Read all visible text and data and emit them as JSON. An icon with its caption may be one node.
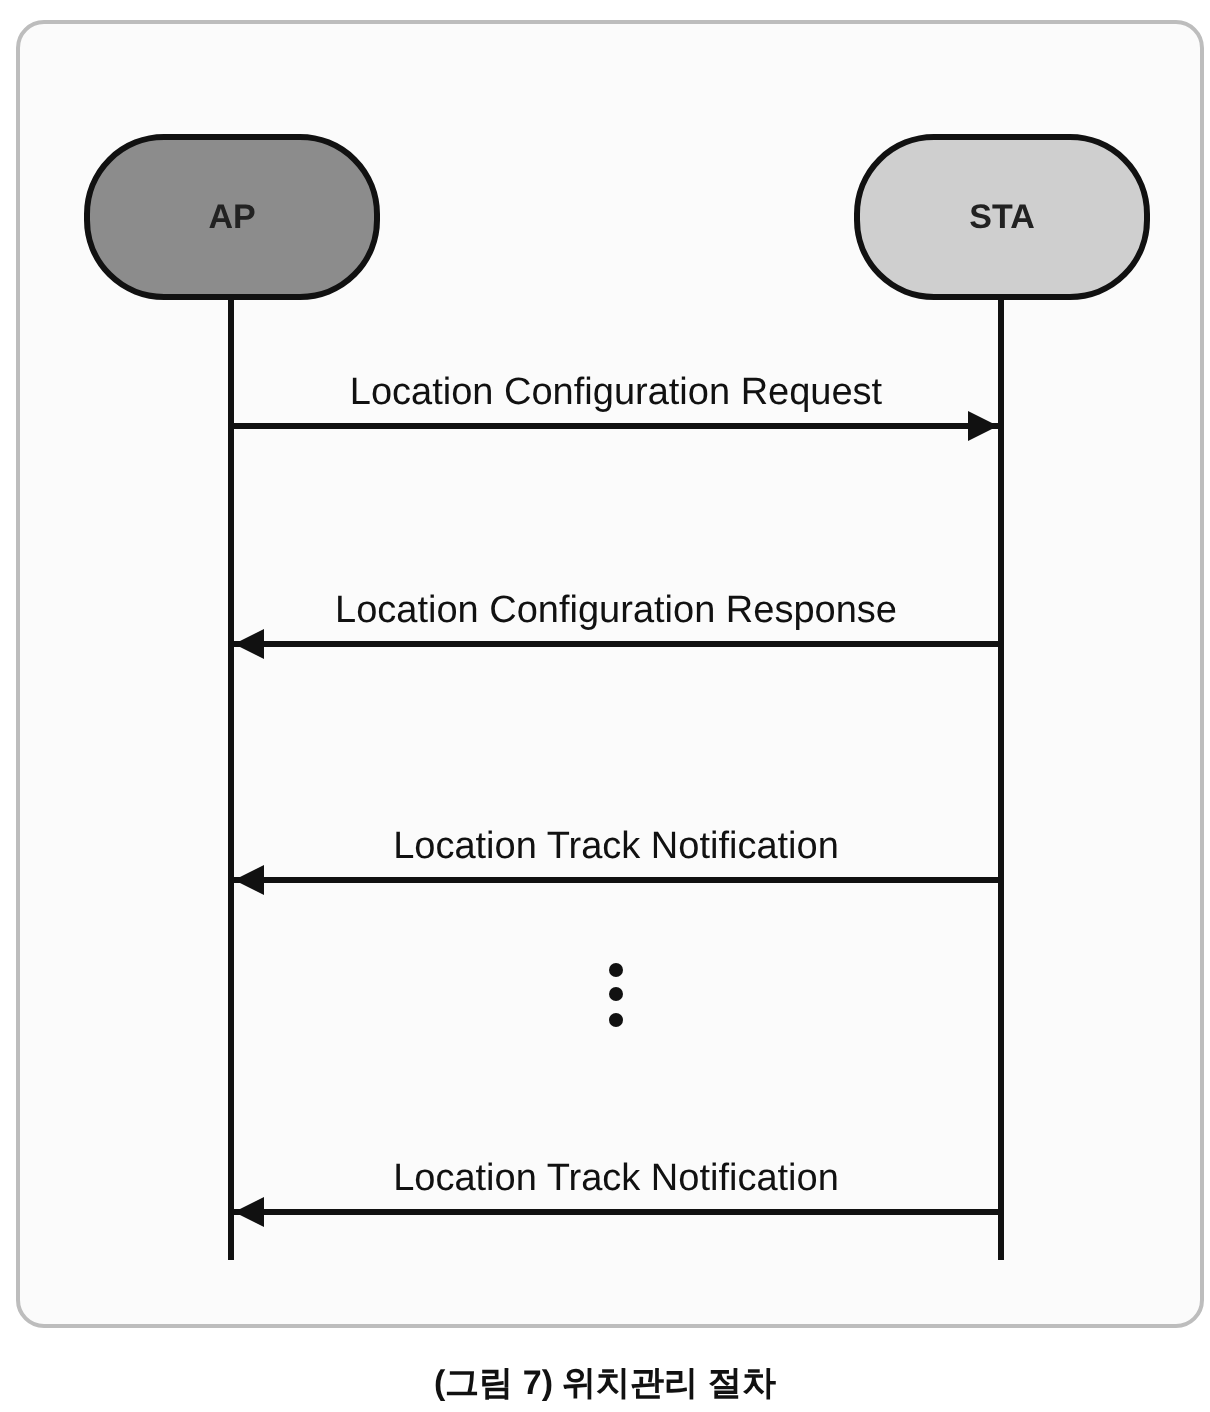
{
  "diagram": {
    "caption": "(그림 7) 위치관리 절차",
    "nodes": [
      {
        "text": [
          "AP"
        ]
      },
      {
        "text": [
          "STA"
        ]
      },
      {
        "text": [],
        "shape": "line"
      },
      {
        "text": [],
        "shape": "line"
      }
    ],
    "edges": [
      {
        "from": 2,
        "to": 3,
        "arrow": "to",
        "label": "Location Configuration Request"
      },
      {
        "from": 3,
        "to": 2,
        "arrow": "to",
        "label": "Location Configuration Response"
      },
      {
        "from": 3,
        "to": 2,
        "arrow": "to",
        "label": "Location Track Notification"
      },
      {
        "from": 3,
        "to": 2,
        "arrow": "to",
        "label": "Location Track Notification"
      }
    ]
  }
}
